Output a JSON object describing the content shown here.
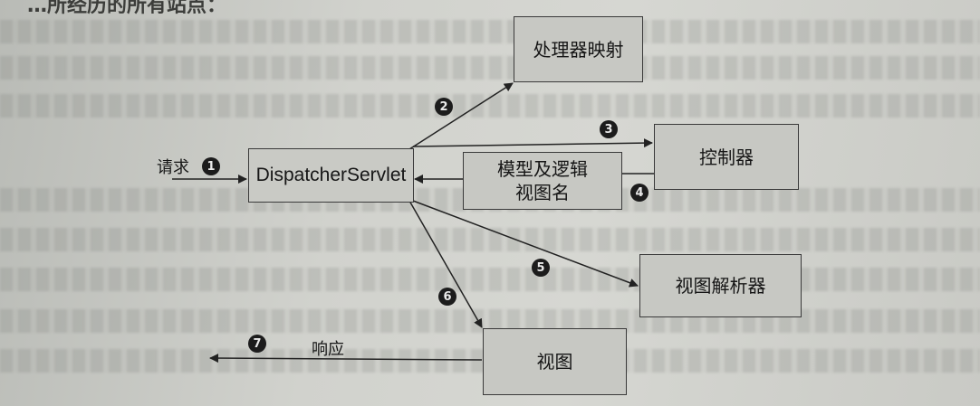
{
  "heading": "…所经历的所有站点：",
  "boxes": {
    "dispatcher": "DispatcherServlet",
    "handler_mapping": "处理器映射",
    "controller": "控制器",
    "model_view": "模型及逻辑\n视图名",
    "view_resolver": "视图解析器",
    "view": "视图"
  },
  "labels": {
    "request": "请求",
    "response": "响应"
  },
  "steps": [
    "1",
    "2",
    "3",
    "4",
    "5",
    "6",
    "7"
  ]
}
